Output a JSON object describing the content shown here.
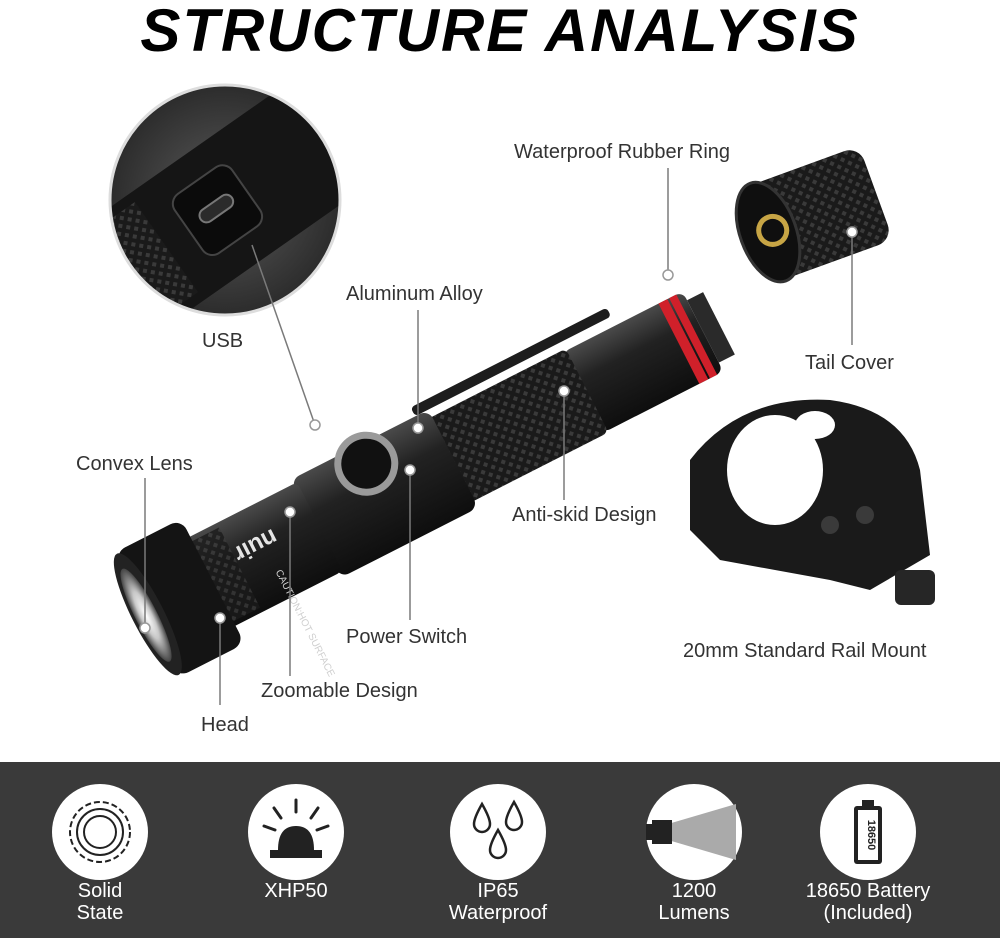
{
  "title": "STRUCTURE ANALYSIS",
  "brand": "nuir",
  "engraving": "CAUTION:HOT SURFACE",
  "battery_text": "18650",
  "labels": {
    "waterproof_ring": "Waterproof Rubber Ring",
    "aluminum_alloy": "Aluminum Alloy",
    "usb": "USB",
    "tail_cover": "Tail Cover",
    "convex_lens": "Convex Lens",
    "anti_skid": "Anti-skid Design",
    "power_switch": "Power Switch",
    "rail_mount": "20mm Standard Rail Mount",
    "zoomable": "Zoomable Design",
    "head": "Head"
  },
  "features": [
    {
      "icon": "solid-state-icon",
      "line1": "Solid",
      "line2": "State"
    },
    {
      "icon": "xhp50-led-icon",
      "line1": "XHP50",
      "line2": ""
    },
    {
      "icon": "water-drops-icon",
      "line1": "IP65",
      "line2": "Waterproof"
    },
    {
      "icon": "light-beam-icon",
      "line1": "1200",
      "line2": "Lumens"
    },
    {
      "icon": "battery-icon",
      "line1": "18650 Battery",
      "line2": "(Included)"
    }
  ],
  "colors": {
    "strip_background": "#3a3a3a",
    "accent_ring": "#d0202a",
    "body_metal": "#1c1c1c"
  }
}
